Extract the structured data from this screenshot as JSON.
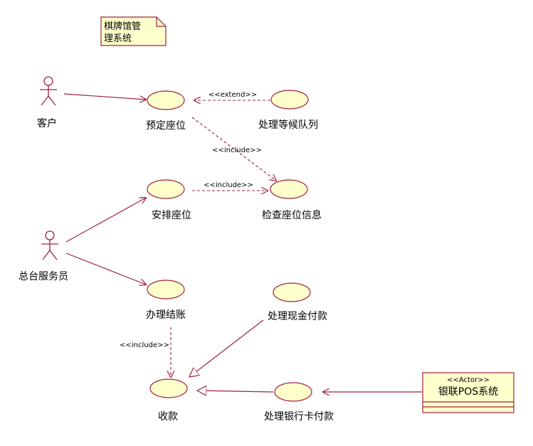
{
  "note": {
    "line1": "棋牌馆管",
    "line2": "理系统"
  },
  "actors": {
    "customer": "客户",
    "front_desk": "总台服务员",
    "pos_system": {
      "stereotype": "<<Actor>>",
      "name": "银联POS系统"
    }
  },
  "use_cases": {
    "reserve": "预定座位",
    "wait_queue": "处理等候队列",
    "arrange": "安排座位",
    "check_info": "检查座位信息",
    "checkout": "办理结账",
    "cash": "处理现金付款",
    "collect": "收款",
    "bank_card": "处理银行卡付款"
  },
  "relations": {
    "extend": "<<extend>>",
    "include_1": "<<include>>",
    "include_2": "<<include>>",
    "include_3": "<<include>>"
  },
  "colors": {
    "line": "#a0203f",
    "fill": "#ffffcc",
    "border": "#a0203f"
  }
}
